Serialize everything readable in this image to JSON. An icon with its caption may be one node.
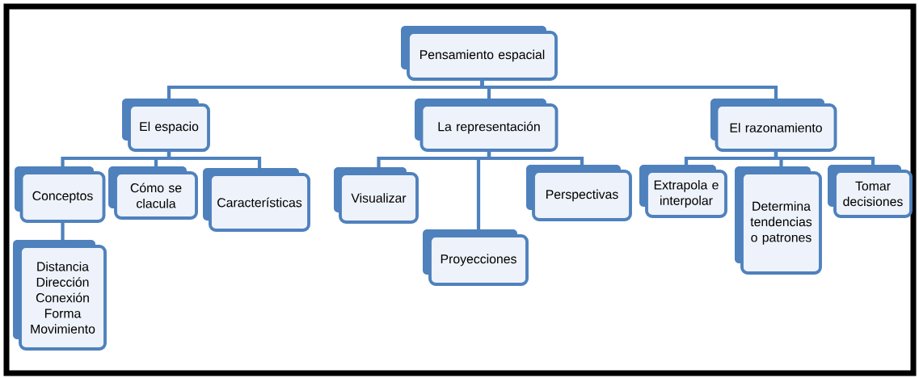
{
  "diagram": {
    "nodes": [
      {
        "text": [
          "Pensamiento espacial"
        ]
      },
      {
        "text": [
          "El espacio"
        ]
      },
      {
        "text": [
          "La representación"
        ]
      },
      {
        "text": [
          "El razonamiento"
        ]
      },
      {
        "text": [
          "Conceptos"
        ]
      },
      {
        "text": [
          "Cómo se clacula"
        ]
      },
      {
        "text": [
          "Características"
        ]
      },
      {
        "text": [
          "Distancia Dirección Conexión Forma Movimiento"
        ]
      },
      {
        "text": [
          "Visualizar"
        ]
      },
      {
        "text": [
          "Proyecciones"
        ]
      },
      {
        "text": [
          "Perspectivas"
        ]
      },
      {
        "text": [
          "Extrapola e interpolar"
        ]
      },
      {
        "text": [
          "Determina tendencias o patrones"
        ]
      },
      {
        "text": [
          "Tomar decisiones"
        ]
      }
    ],
    "edges": [
      {
        "from": 0,
        "to": 1,
        "arrow": "none"
      },
      {
        "from": 0,
        "to": 2,
        "arrow": "none"
      },
      {
        "from": 0,
        "to": 3,
        "arrow": "none"
      },
      {
        "from": 1,
        "to": 4,
        "arrow": "none"
      },
      {
        "from": 1,
        "to": 5,
        "arrow": "none"
      },
      {
        "from": 1,
        "to": 6,
        "arrow": "none"
      },
      {
        "from": 4,
        "to": 7,
        "arrow": "none"
      },
      {
        "from": 2,
        "to": 8,
        "arrow": "none"
      },
      {
        "from": 2,
        "to": 9,
        "arrow": "none"
      },
      {
        "from": 2,
        "to": 10,
        "arrow": "none"
      },
      {
        "from": 3,
        "to": 11,
        "arrow": "none"
      },
      {
        "from": 3,
        "to": 12,
        "arrow": "none"
      },
      {
        "from": 3,
        "to": 13,
        "arrow": "none"
      }
    ]
  }
}
